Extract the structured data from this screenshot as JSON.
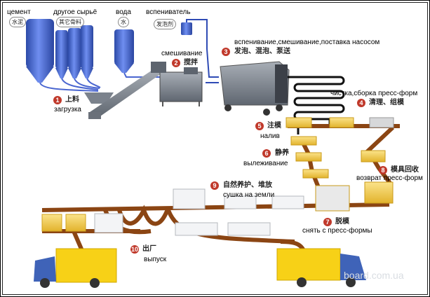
{
  "title": "Foam concrete block production line process diagram",
  "colors": {
    "silo_blue": "#3c5fc8",
    "conveyor_brown": "#8b4513",
    "mold_yellow": "#f2c94c",
    "truck_yellow": "#f7d117",
    "truck_cab_blue": "#3f63b8",
    "badge_red": "#c0392b",
    "machine_gray": "#7d8591",
    "hose_black": "#111111"
  },
  "materials": [
    {
      "ru": "цемент",
      "cn": "水泥"
    },
    {
      "ru": "другое сырьё",
      "cn": "其它骨料"
    },
    {
      "ru": "вода",
      "cn": "水"
    },
    {
      "ru": "вспениватель",
      "cn": "发泡剂"
    }
  ],
  "steps": [
    {
      "num": "1",
      "cn": "上料",
      "ru": "загрузка"
    },
    {
      "num": "2",
      "cn": "搅拌",
      "ru": "смешивание"
    },
    {
      "num": "3",
      "cn": "发泡、混泡、泵送",
      "ru": "вспенивание,смешивание,поставка насосом"
    },
    {
      "num": "4",
      "cn": "清理、组模",
      "ru": "чистка,сборка пресс-форм"
    },
    {
      "num": "5",
      "cn": "注模",
      "ru": "налив"
    },
    {
      "num": "6",
      "cn": "静养",
      "ru": "вылеживание"
    },
    {
      "num": "7",
      "cn": "脱模",
      "ru": "снять с пресс-формы"
    },
    {
      "num": "8",
      "cn": "模具回收",
      "ru": "возврат пресс-форм"
    },
    {
      "num": "9",
      "cn": "自然养护、堆放",
      "ru": "сушка на земли"
    },
    {
      "num": "10",
      "cn": "出厂",
      "ru": "выпуск"
    }
  ],
  "watermark": "board.com.ua"
}
